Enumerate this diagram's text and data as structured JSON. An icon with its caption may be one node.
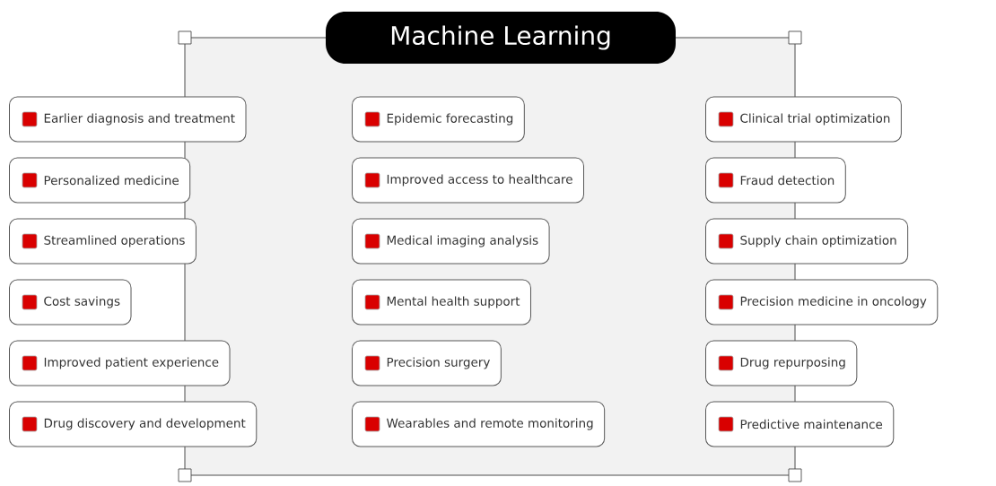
{
  "diagram": {
    "title": "Machine Learning",
    "nodes": [
      {
        "text": [
          "Earlier diagnosis and treatment"
        ]
      },
      {
        "text": [
          "Epidemic forecasting"
        ]
      },
      {
        "text": [
          "Clinical trial optimization"
        ]
      },
      {
        "text": [
          "Personalized medicine"
        ]
      },
      {
        "text": [
          "Improved access to healthcare"
        ]
      },
      {
        "text": [
          "Fraud detection"
        ]
      },
      {
        "text": [
          "Streamlined operations"
        ]
      },
      {
        "text": [
          "Medical imaging analysis"
        ]
      },
      {
        "text": [
          "Supply chain optimization"
        ]
      },
      {
        "text": [
          "Cost savings"
        ]
      },
      {
        "text": [
          "Mental health support"
        ]
      },
      {
        "text": [
          "Precision medicine in oncology"
        ]
      },
      {
        "text": [
          "Improved patient experience"
        ]
      },
      {
        "text": [
          "Precision surgery"
        ]
      },
      {
        "text": [
          "Drug repurposing"
        ]
      },
      {
        "text": [
          "Drug discovery and development"
        ]
      },
      {
        "text": [
          "Wearables and remote monitoring"
        ]
      },
      {
        "text": [
          "Predictive maintenance"
        ]
      }
    ]
  }
}
